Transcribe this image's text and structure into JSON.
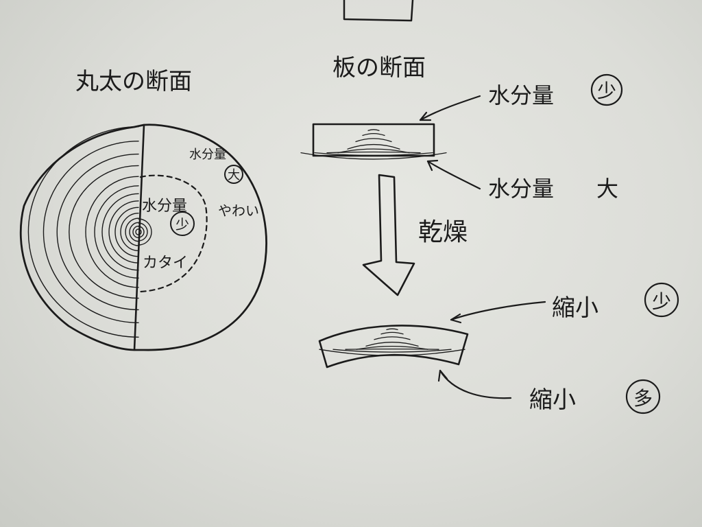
{
  "log_section": {
    "title": "丸太の断面",
    "outer_zone": {
      "label": "水分量",
      "amount": "大",
      "property": "やわい"
    },
    "core_zone": {
      "label": "水分量",
      "amount": "少",
      "property": "カタイ"
    }
  },
  "board_section": {
    "title": "板の断面",
    "top_label": "水分量",
    "top_amount": "少",
    "bottom_label": "水分量",
    "bottom_amount": "大"
  },
  "process": {
    "label": "乾燥"
  },
  "result": {
    "top_label": "縮小",
    "top_amount": "少",
    "bottom_label": "縮小",
    "bottom_amount": "多"
  },
  "colors": {
    "ink": "#1b1b1b",
    "paper": "#e2e3de"
  }
}
